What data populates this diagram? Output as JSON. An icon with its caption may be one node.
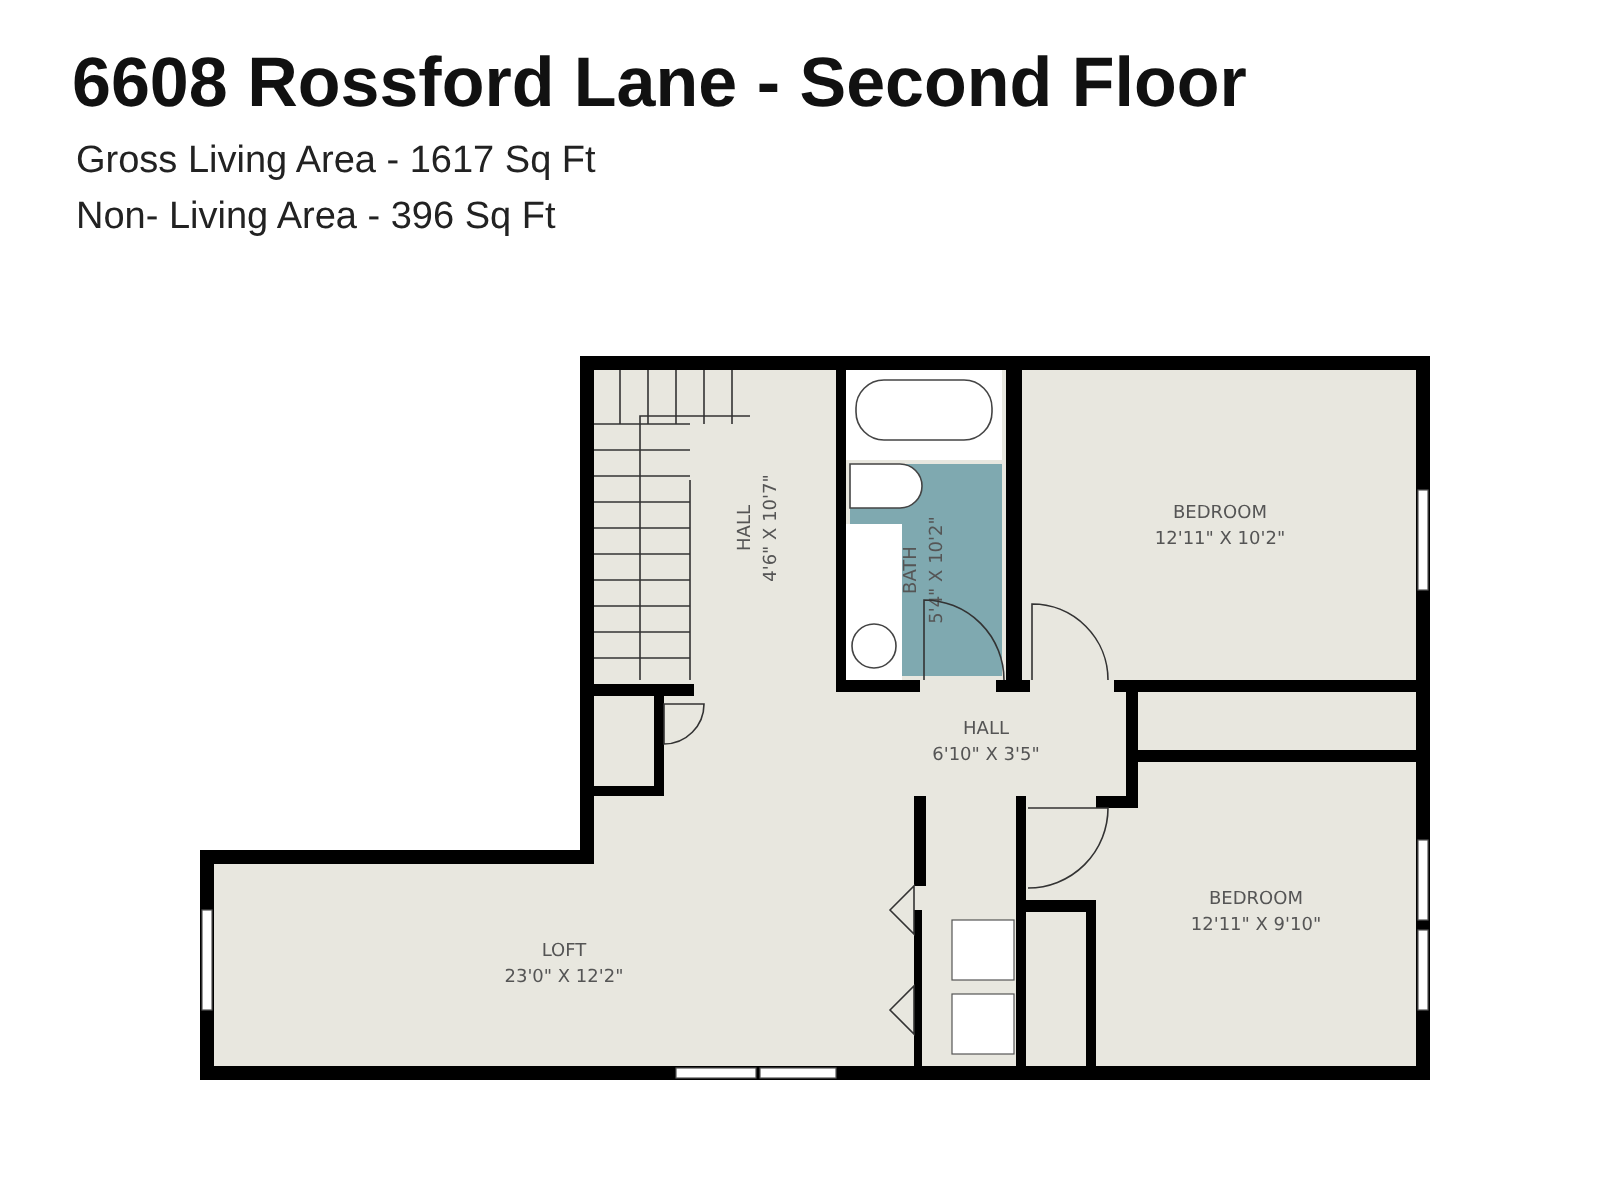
{
  "diagram": {
    "title": "6608 Rossford Lane - Second Floor",
    "nodes": [
      {
        "text": [
          "HALL",
          "4'6\" X 10'7\""
        ]
      },
      {
        "text": [
          "BATH",
          "5'4\" X 10'2\""
        ]
      },
      {
        "text": [
          "BEDROOM",
          "12'11\" X 10'2\""
        ]
      },
      {
        "text": [
          "HALL",
          "6'10\" X 3'5\""
        ]
      },
      {
        "text": [
          "LOFT",
          "23'0\" X 12'2\""
        ]
      },
      {
        "text": [
          "BEDROOM",
          "12'11\" X 9'10\""
        ]
      }
    ],
    "labels": [
      "Gross Living Area - 1617 Sq Ft",
      "Non- Living Area - 396 Sq Ft"
    ]
  }
}
